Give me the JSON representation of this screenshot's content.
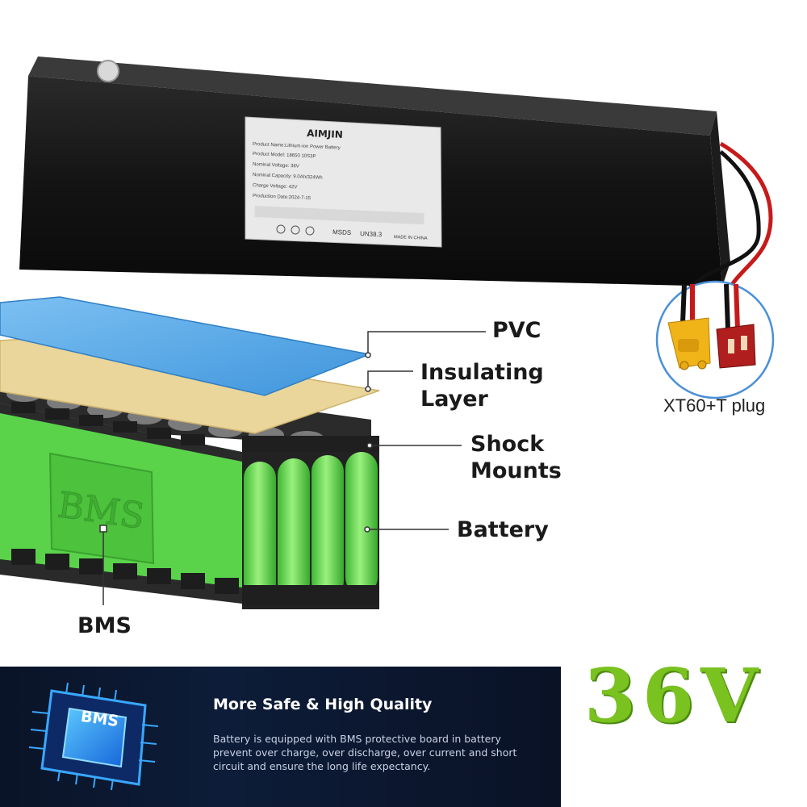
{
  "product_label": {
    "brand": "AIMJIN",
    "lines": [
      "Product Name:Lithium-ion Power Battery",
      "Product Model: 18650 10S3P",
      "Nominal Voltage: 36V",
      "Nominal Capacity: 9.0Ah/324Wh",
      "Charge Voltage: 42V",
      "Production Date:2024-7-15"
    ],
    "msds": "MSDS",
    "un": "UN38.3",
    "origin": "MADE IN CHINA"
  },
  "callouts": {
    "pvc": "PVC",
    "insulating_1": "Insulating",
    "insulating_2": "Layer",
    "shock_1": "Shock",
    "shock_2": "Mounts",
    "battery": "Battery",
    "bms": "BMS"
  },
  "bms_board_text": "BMS",
  "plug": {
    "caption": "XT60+T plug"
  },
  "banner": {
    "chip_label": "BMS",
    "title": "More Safe & High Quality",
    "body": "Battery is equipped with BMS protective board in battery prevent over charge, over discharge, over current and short circuit and ensure the long life expectancy."
  },
  "voltage": "36V",
  "colors": {
    "pvc": "#5aa9e8",
    "insulating": "#e8d49a",
    "cell_green": "#6fe05a",
    "banner_bg": "#0b1630",
    "voltage_green": "#79c21f"
  }
}
